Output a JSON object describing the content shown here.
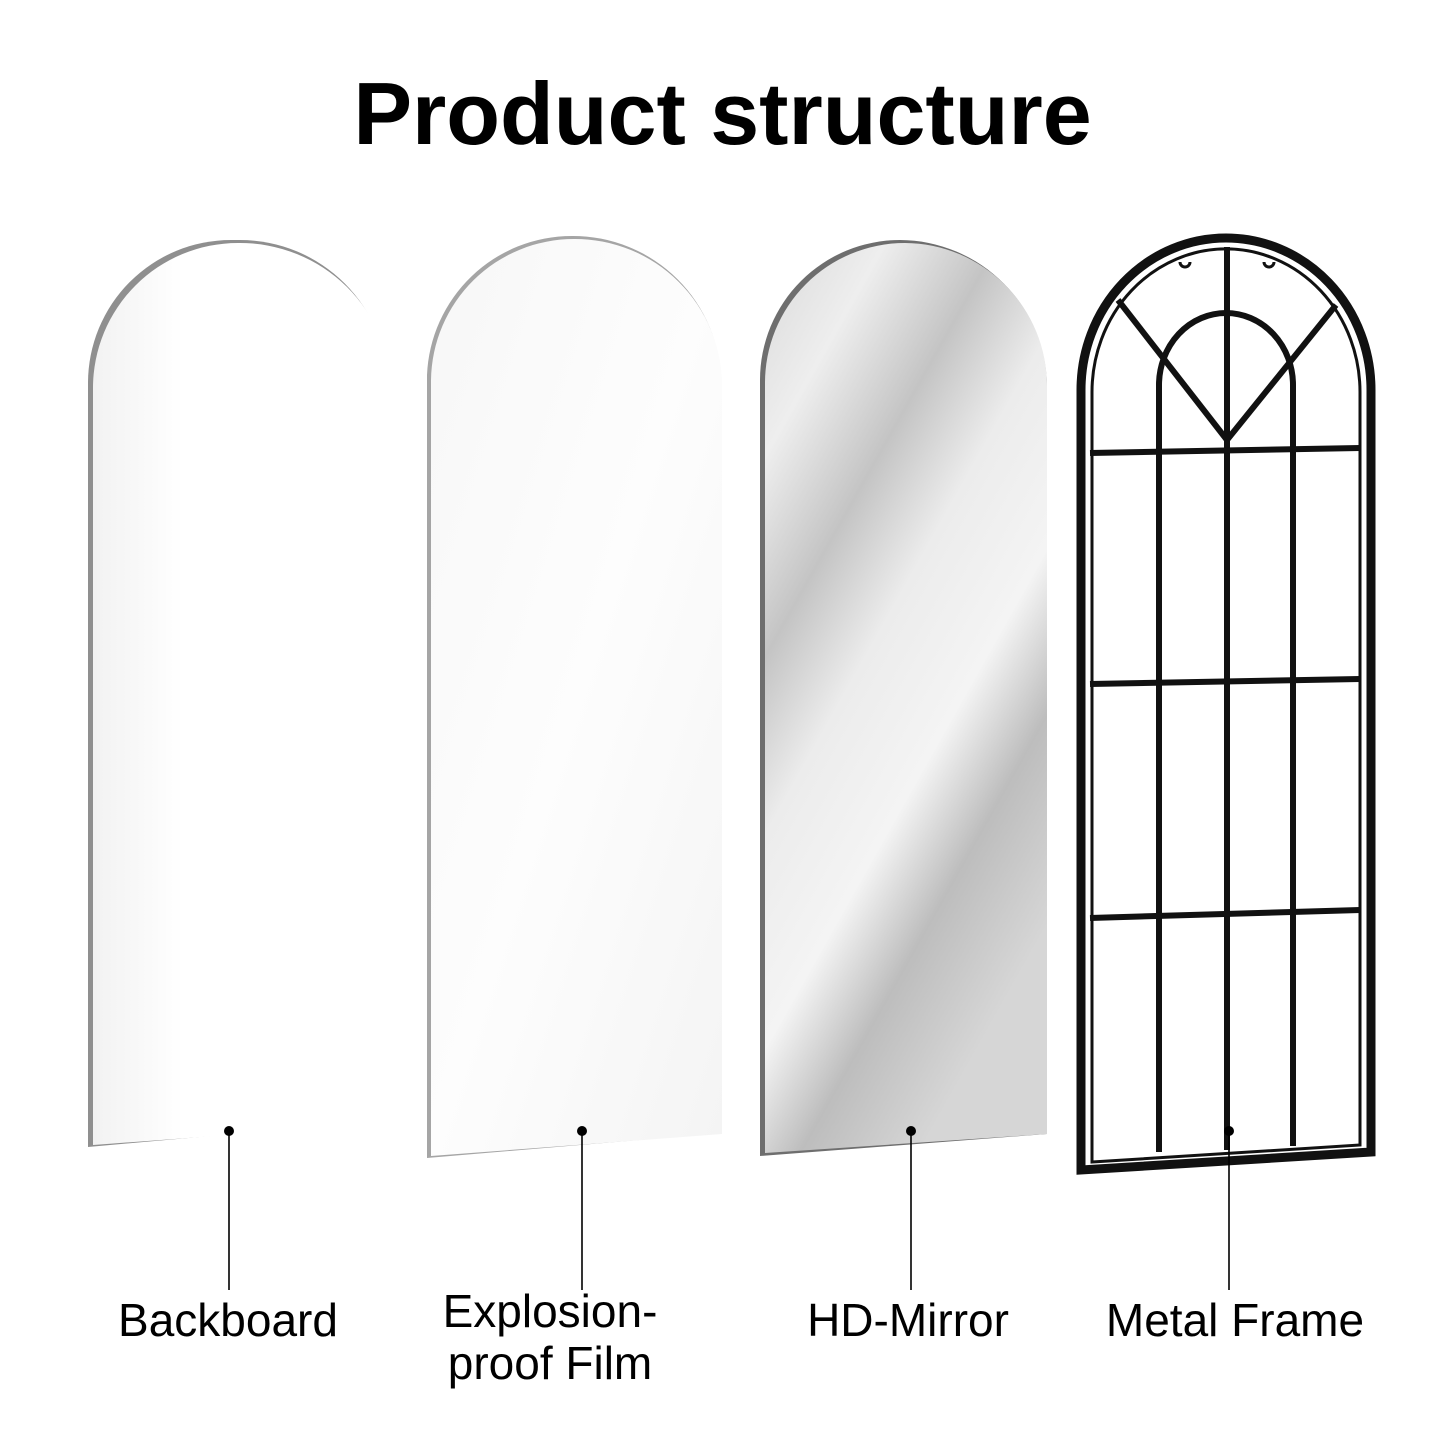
{
  "title": "Product structure",
  "layers": [
    {
      "id": "backboard",
      "label": "Backboard"
    },
    {
      "id": "film",
      "label": "Explosion-proof Film"
    },
    {
      "id": "mirror",
      "label": "HD-Mirror"
    },
    {
      "id": "frame",
      "label": "Metal Frame"
    }
  ],
  "colors": {
    "background": "#ffffff",
    "text": "#000000",
    "frame": "#111111",
    "panel_edge": "#8a8a8a",
    "mirror_gray": "#c9c9c9"
  }
}
